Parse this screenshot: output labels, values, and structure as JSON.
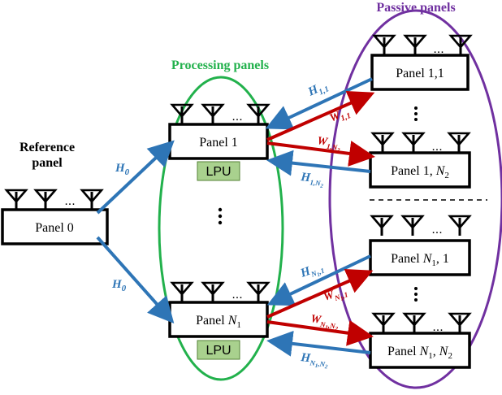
{
  "labels": {
    "reference_title_line1": "Reference",
    "reference_title_line2": "panel",
    "processing_title": "Processing panels",
    "passive_title": "Passive panels"
  },
  "panels": {
    "panel0": "Panel 0",
    "panel1_prefix": "Panel 1",
    "panelN1_prefix": "Panel ",
    "panelN1_sym": "N",
    "panelN1_sub": "1",
    "passive_11": "Panel 1,1",
    "passive_1N2_prefix": "Panel 1, ",
    "passive_1N2_sym": "N",
    "passive_1N2_sub": "2",
    "passive_N11_prefix": "Panel ",
    "passive_N11_sym": "N",
    "passive_N11_sub": "1",
    "passive_N11_suffix": ", 1",
    "passive_N1N2_prefix": "Panel ",
    "passive_N1N2_sym1": "N",
    "passive_N1N2_sub1": "1",
    "passive_N1N2_sep": ", ",
    "passive_N1N2_sym2": "N",
    "passive_N1N2_sub2": "2"
  },
  "lpu": "LPU",
  "ellipsis": "...",
  "channels": {
    "H": "H",
    "W": "W",
    "sub_0": "0",
    "sub_11": "1,1",
    "sub_1N2_a": "1,",
    "sub_1N2_N": "N",
    "sub_1N2_2": "2",
    "sub_N11_N": "N",
    "sub_N11_1": "1",
    "sub_N11_tail": ",1",
    "sub_N1N2_N1": "N",
    "sub_N1N2_1": "1",
    "sub_N1N2_comma": ",",
    "sub_N1N2_N2": "N",
    "sub_N1N2_2": "2"
  },
  "colors": {
    "blue": "#2e75b6",
    "red": "#c00000",
    "green": "#22b14c",
    "purple": "#7030a0",
    "lpu_fill": "#a9d18e"
  }
}
